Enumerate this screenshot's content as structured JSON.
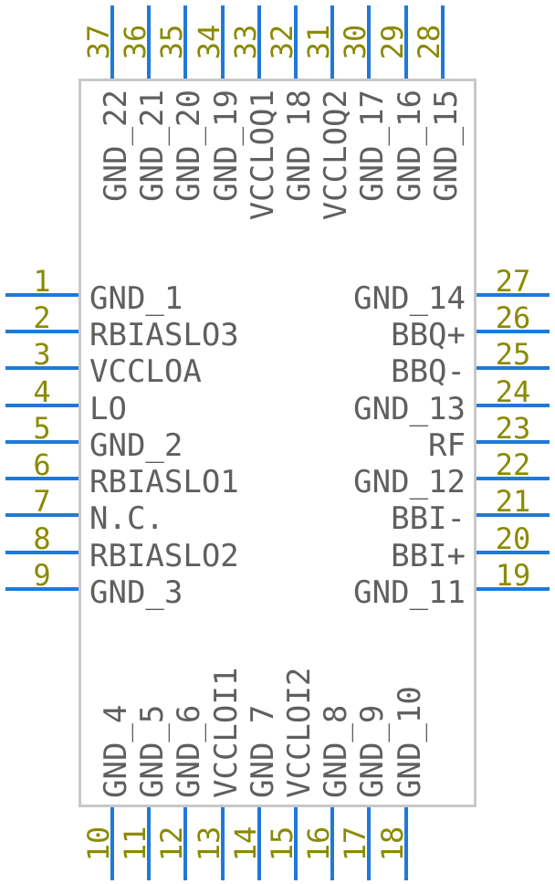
{
  "diagram": {
    "kind": "ic-pinout-symbol",
    "pin_count": 37
  },
  "colors": {
    "pin_line": "#2079d8",
    "pin_number": "#8a8a00",
    "pin_name": "#5f5f5f",
    "body_border": "#c8c8c8"
  },
  "pins": {
    "left": [
      {
        "number": "1",
        "name": "GND_1"
      },
      {
        "number": "2",
        "name": "RBIASLO3"
      },
      {
        "number": "3",
        "name": "VCCLOA"
      },
      {
        "number": "4",
        "name": "LO"
      },
      {
        "number": "5",
        "name": "GND_2"
      },
      {
        "number": "6",
        "name": "RBIASLO1"
      },
      {
        "number": "7",
        "name": "N.C."
      },
      {
        "number": "8",
        "name": "RBIASLO2"
      },
      {
        "number": "9",
        "name": "GND_3"
      }
    ],
    "right": [
      {
        "number": "27",
        "name": "GND_14"
      },
      {
        "number": "26",
        "name": "BBQ+"
      },
      {
        "number": "25",
        "name": "BBQ-"
      },
      {
        "number": "24",
        "name": "GND_13"
      },
      {
        "number": "23",
        "name": "RF"
      },
      {
        "number": "22",
        "name": "GND_12"
      },
      {
        "number": "21",
        "name": "BBI-"
      },
      {
        "number": "20",
        "name": "BBI+"
      },
      {
        "number": "19",
        "name": "GND_11"
      }
    ],
    "top": [
      {
        "number": "37",
        "name": "GND_22"
      },
      {
        "number": "36",
        "name": "GND_21"
      },
      {
        "number": "35",
        "name": "GND_20"
      },
      {
        "number": "34",
        "name": "GND_19"
      },
      {
        "number": "33",
        "name": "VCCLOQ1"
      },
      {
        "number": "32",
        "name": "GND 18"
      },
      {
        "number": "31",
        "name": "VCCLOQ2"
      },
      {
        "number": "30",
        "name": "GND_17"
      },
      {
        "number": "29",
        "name": "GND_16"
      },
      {
        "number": "28",
        "name": "GND_15"
      }
    ],
    "bottom": [
      {
        "number": "10",
        "name": "GND_4"
      },
      {
        "number": "11",
        "name": "GND_5"
      },
      {
        "number": "12",
        "name": "GND_6"
      },
      {
        "number": "13",
        "name": "VCCLOI1"
      },
      {
        "number": "14",
        "name": "GND 7"
      },
      {
        "number": "15",
        "name": "VCCLOI2"
      },
      {
        "number": "16",
        "name": "GND_8"
      },
      {
        "number": "17",
        "name": "GND_9"
      },
      {
        "number": "18",
        "name": "GND_10"
      }
    ]
  }
}
